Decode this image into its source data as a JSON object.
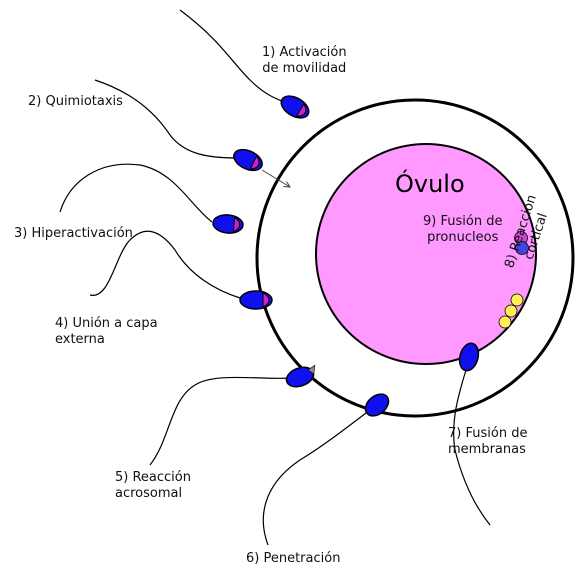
{
  "title": "Óvulo",
  "steps": [
    {
      "num": "1",
      "line1": "1) Activación",
      "line2": "de movilidad"
    },
    {
      "num": "2",
      "line1": "2) Quimiotaxis",
      "line2": ""
    },
    {
      "num": "3",
      "line1": "3) Hiperactivación",
      "line2": ""
    },
    {
      "num": "4",
      "line1": "4) Unión a capa",
      "line2": "externa"
    },
    {
      "num": "5",
      "line1": "5) Reacción",
      "line2": "acrosomal"
    },
    {
      "num": "6",
      "line1": "6) Penetración",
      "line2": ""
    },
    {
      "num": "7",
      "line1": "7) Fusión de",
      "line2": "membranas"
    },
    {
      "num": "8",
      "line1": "8) Reacción",
      "line2": "cortical"
    },
    {
      "num": "9",
      "line1": "9) Fusión de",
      "line2": "pronucleos"
    }
  ],
  "colors": {
    "ovum_fill": "#ff99ff",
    "zona_fill": "#ffffff",
    "sperm_head": "#1010ee",
    "acrosome": "#cc22cc",
    "cortical_granule": "#ffee55",
    "pronucleus_female": "#cc44cc",
    "pronucleus_male": "#4444dd"
  }
}
